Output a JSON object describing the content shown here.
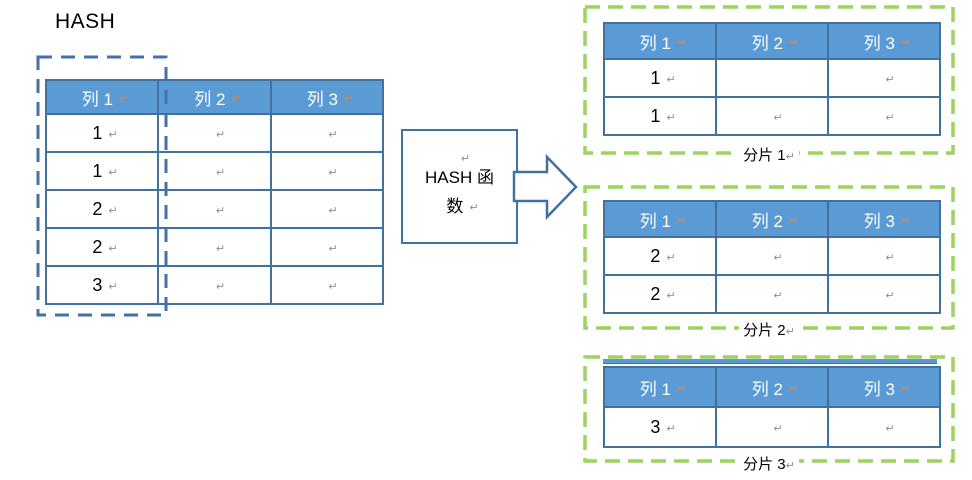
{
  "colors": {
    "table_header_blue": "#5b9bd5",
    "table_border_blue": "#41719c",
    "dashed_key_blue": "#4472a4",
    "shard_frame_green": "#9cd45f",
    "paragraph_mark_gray": "#8f8f8f",
    "header_mark_tan": "#c08c60",
    "text_black": "#000000"
  },
  "left": {
    "title": "HASH",
    "table": {
      "headers": [
        {
          "v": "列 1",
          "m": "↵"
        },
        {
          "v": "列 2",
          "m": "↵"
        },
        {
          "v": "列 3",
          "m": "↵"
        }
      ],
      "rows": [
        [
          {
            "v": "1",
            "m": "↵"
          },
          {
            "v": "",
            "m": "↵"
          },
          {
            "v": "",
            "m": "↵"
          }
        ],
        [
          {
            "v": "1",
            "m": "↵"
          },
          {
            "v": "",
            "m": "↵"
          },
          {
            "v": "",
            "m": "↵"
          }
        ],
        [
          {
            "v": "2",
            "m": "↵"
          },
          {
            "v": "",
            "m": "↵"
          },
          {
            "v": "",
            "m": "↵"
          }
        ],
        [
          {
            "v": "2",
            "m": "↵"
          },
          {
            "v": "",
            "m": "↵"
          },
          {
            "v": "",
            "m": "↵"
          }
        ],
        [
          {
            "v": "3",
            "m": "↵"
          },
          {
            "v": "",
            "m": "↵"
          },
          {
            "v": "",
            "m": "↵"
          }
        ]
      ]
    }
  },
  "hash_box": {
    "top_mark": "↵",
    "line1": "HASH 函",
    "line2": "数",
    "bottom_mark": "↵"
  },
  "shards": [
    {
      "label": "分片 1",
      "label_mark": "↵",
      "headers": [
        {
          "v": "列 1",
          "m": "↵"
        },
        {
          "v": "列 2",
          "m": "↵"
        },
        {
          "v": "列 3",
          "m": "↵"
        }
      ],
      "rows": [
        [
          {
            "v": "1",
            "m": "↵"
          },
          {
            "v": "",
            "m": ""
          },
          {
            "v": "",
            "m": "↵"
          }
        ],
        [
          {
            "v": "1",
            "m": "↵"
          },
          {
            "v": "",
            "m": "↵"
          },
          {
            "v": "",
            "m": "↵"
          }
        ]
      ]
    },
    {
      "label": "分片 2",
      "label_mark": "↵",
      "headers": [
        {
          "v": "列 1",
          "m": "↵"
        },
        {
          "v": "列 2",
          "m": "↵"
        },
        {
          "v": "列 3",
          "m": "↵"
        }
      ],
      "rows": [
        [
          {
            "v": "2",
            "m": "↵"
          },
          {
            "v": "",
            "m": "↵"
          },
          {
            "v": "",
            "m": "↵"
          }
        ],
        [
          {
            "v": "2",
            "m": "↵"
          },
          {
            "v": "",
            "m": "↵"
          },
          {
            "v": "",
            "m": "↵"
          }
        ]
      ]
    },
    {
      "label": "分片 3",
      "label_mark": "↵",
      "headers": [
        {
          "v": "列 1",
          "m": "↵"
        },
        {
          "v": "列 2",
          "m": "↵"
        },
        {
          "v": "列 3",
          "m": "↵"
        }
      ],
      "rows": [
        [
          {
            "v": "3",
            "m": "↵"
          },
          {
            "v": "",
            "m": "↵"
          },
          {
            "v": "",
            "m": "↵"
          }
        ]
      ]
    }
  ]
}
